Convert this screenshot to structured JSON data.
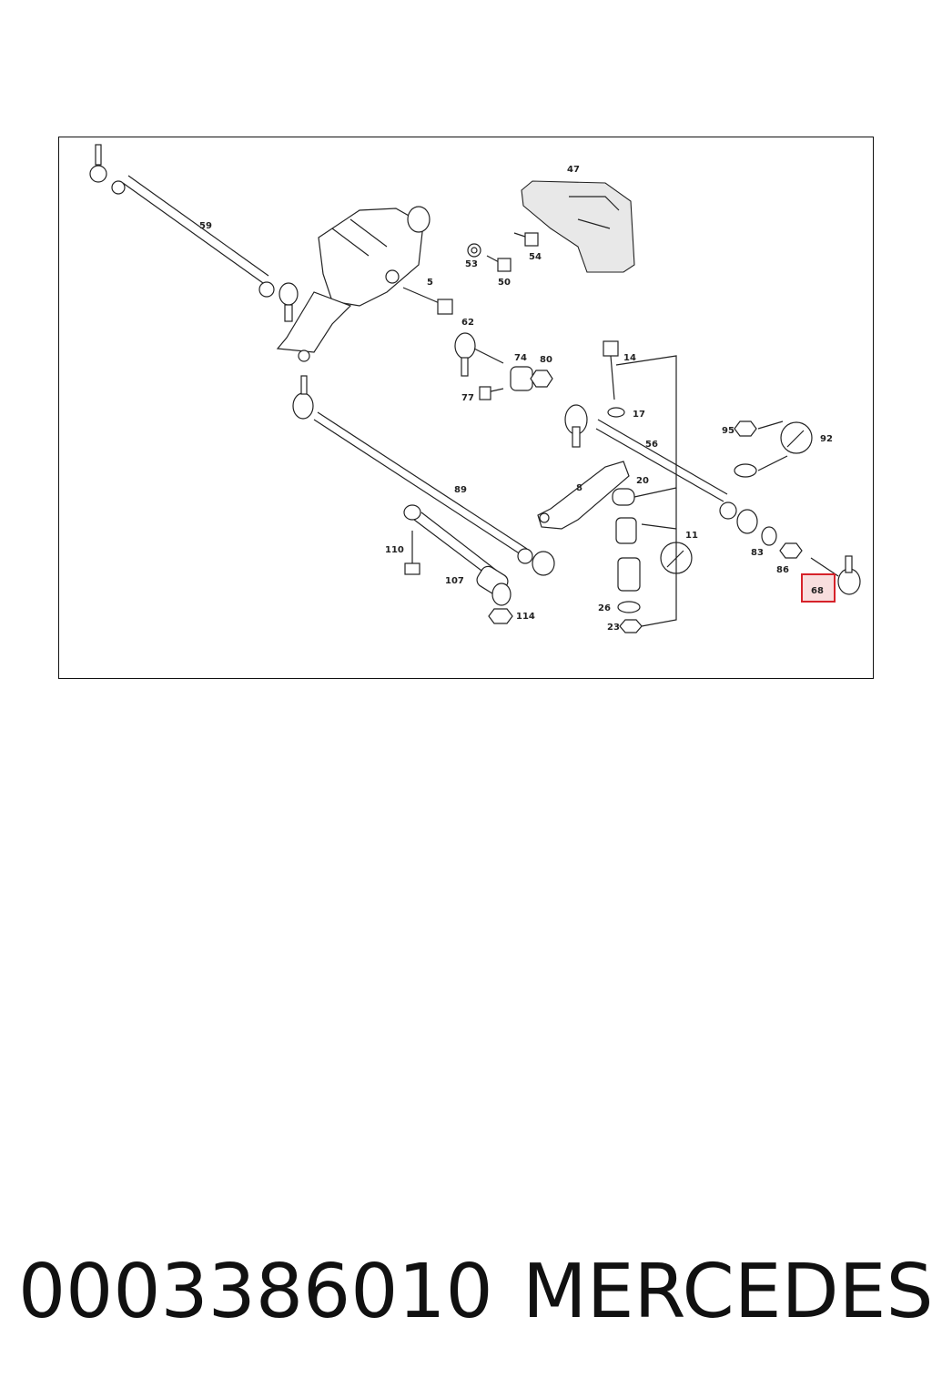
{
  "diagram": {
    "callouts": {
      "c59": "59",
      "c47": "47",
      "c53": "53",
      "c54": "54",
      "c50": "50",
      "c5": "5",
      "c62": "62",
      "c74": "74",
      "c80": "80",
      "c77": "77",
      "c14": "14",
      "c17": "17",
      "c56": "56",
      "c95": "95",
      "c92": "92",
      "c89": "89",
      "c8": "8",
      "c20": "20",
      "c11": "11",
      "c110": "110",
      "c107": "107",
      "c114": "114",
      "c26": "26",
      "c23": "23",
      "c83": "83",
      "c86": "86",
      "c68": "68"
    },
    "highlighted_callout": "68",
    "highlight_color": "#d6222a"
  },
  "footer": {
    "part_number": "0003386010",
    "brand": "MERCEDES"
  }
}
